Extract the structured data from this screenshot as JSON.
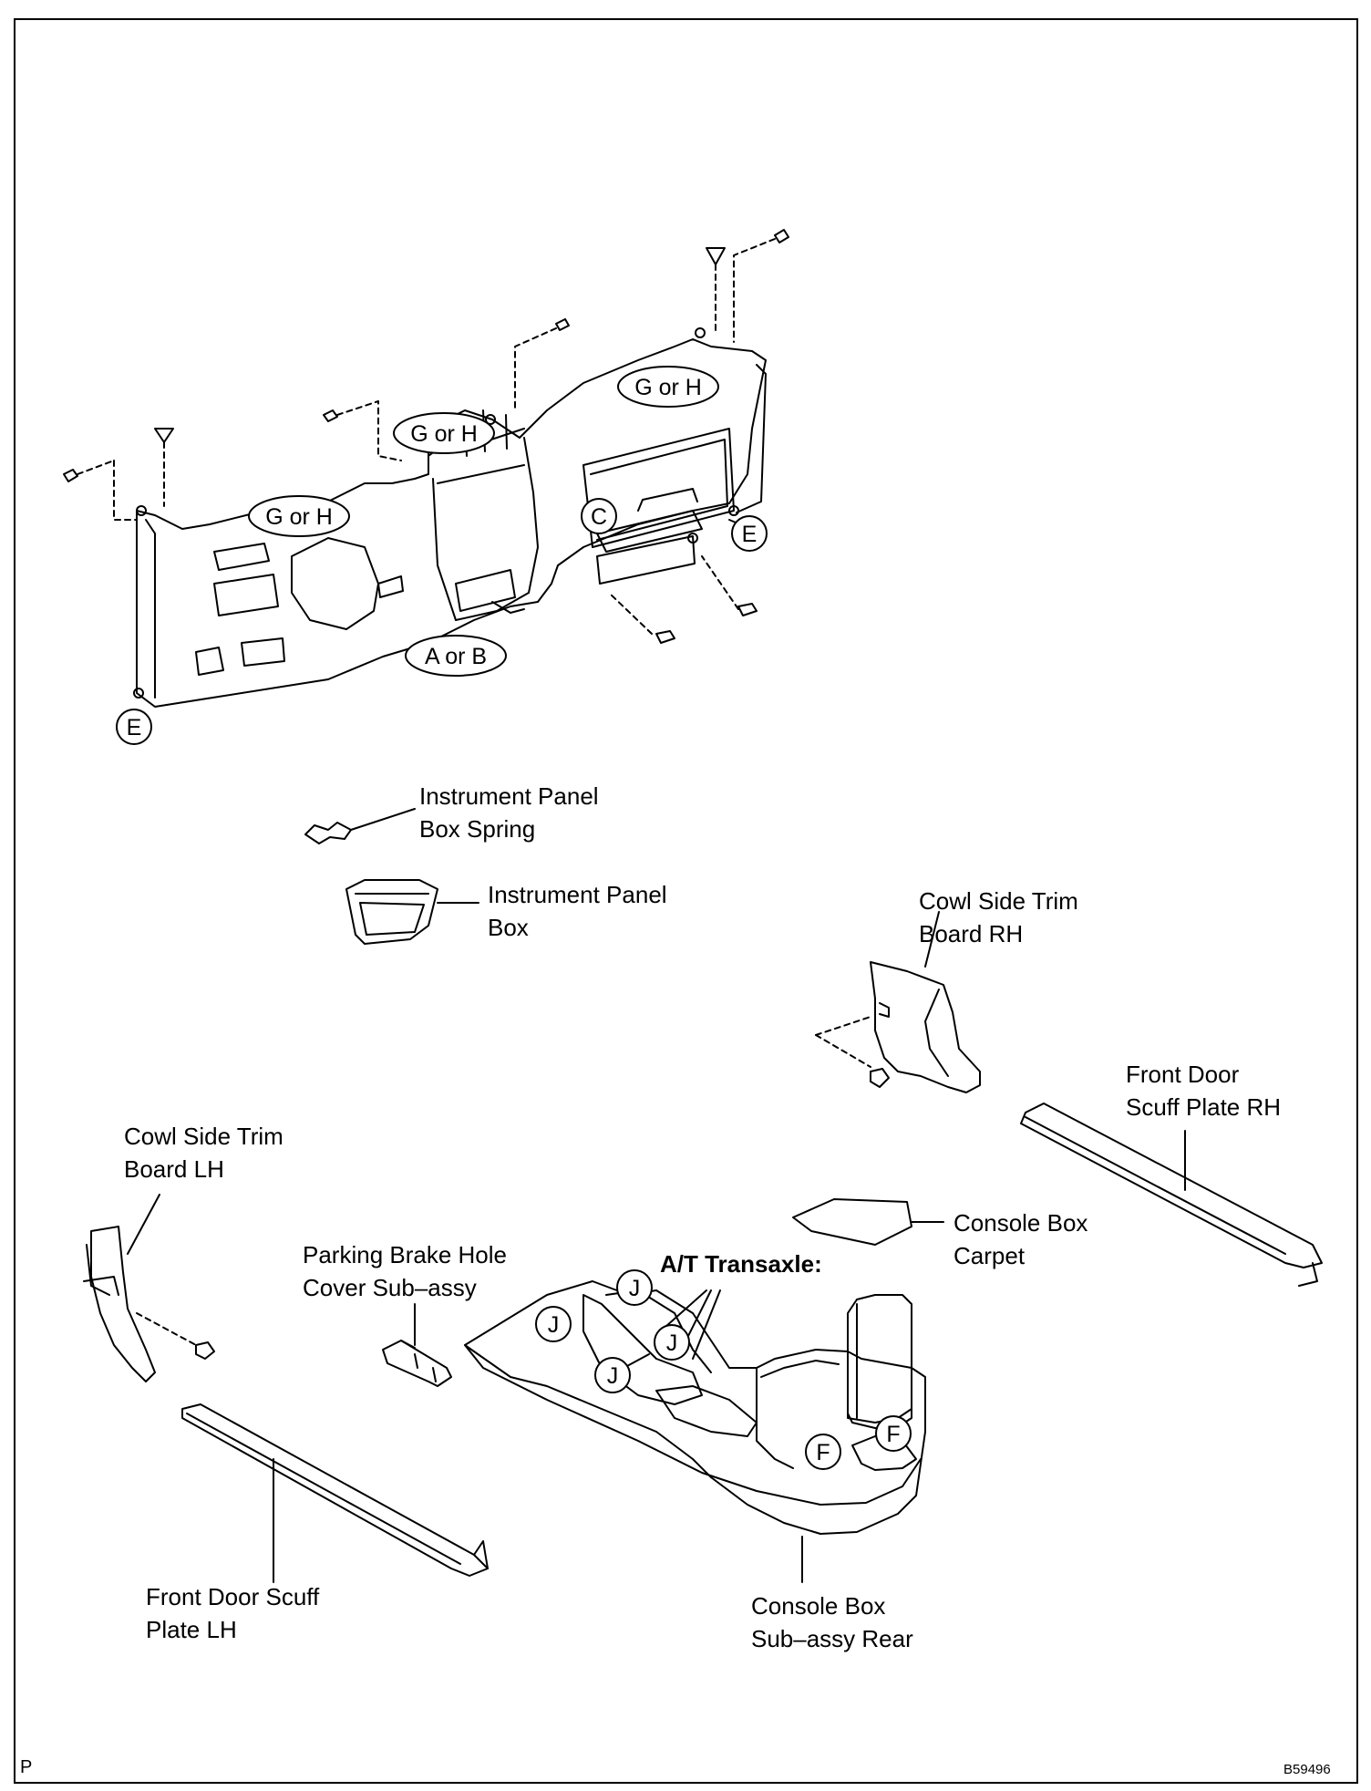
{
  "callouts": {
    "g_or_h": "G or H",
    "a_or_b": "A or B",
    "c": "C",
    "e": "E",
    "f": "F",
    "j": "J"
  },
  "labels": {
    "ip_box_spring": [
      "Instrument Panel",
      "Box Spring"
    ],
    "ip_box": [
      "Instrument Panel",
      "Box"
    ],
    "cowl_rh": [
      "Cowl Side Trim",
      "Board RH"
    ],
    "scuff_rh": [
      "Front Door",
      "Scuff Plate RH"
    ],
    "cowl_lh": [
      "Cowl Side Trim",
      "Board LH"
    ],
    "parking_brake": [
      "Parking Brake Hole",
      "Cover Sub–assy"
    ],
    "carpet": [
      "Console Box",
      "Carpet"
    ],
    "at_transaxle": "A/T Transaxle:",
    "scuff_lh": [
      "Front Door Scuff",
      "Plate LH"
    ],
    "console_rear": [
      "Console Box",
      "Sub–assy Rear"
    ]
  },
  "corner": {
    "page_marker": "P",
    "figure_id": "B59496"
  }
}
